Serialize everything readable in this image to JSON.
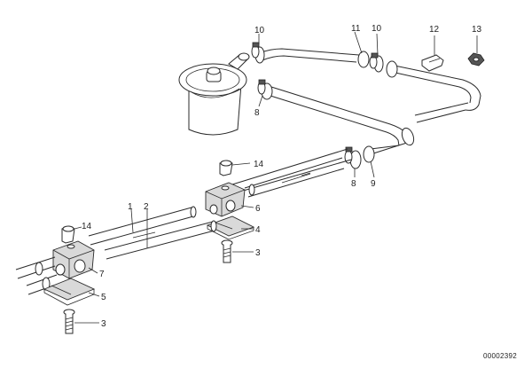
{
  "callouts": {
    "c1": "1",
    "c2": "2",
    "c3a": "3",
    "c3b": "3",
    "c4": "4",
    "c5": "5",
    "c6": "6",
    "c7": "7",
    "c8a": "8",
    "c8b": "8",
    "c9": "9",
    "c10a": "10",
    "c10b": "10",
    "c11": "11",
    "c12": "12",
    "c13": "13",
    "c14a": "14",
    "c14b": "14"
  },
  "document_number": "00002392",
  "colors": {
    "line": "#2b2b2b",
    "shade": "#d9d9d9",
    "background": "#ffffff"
  }
}
